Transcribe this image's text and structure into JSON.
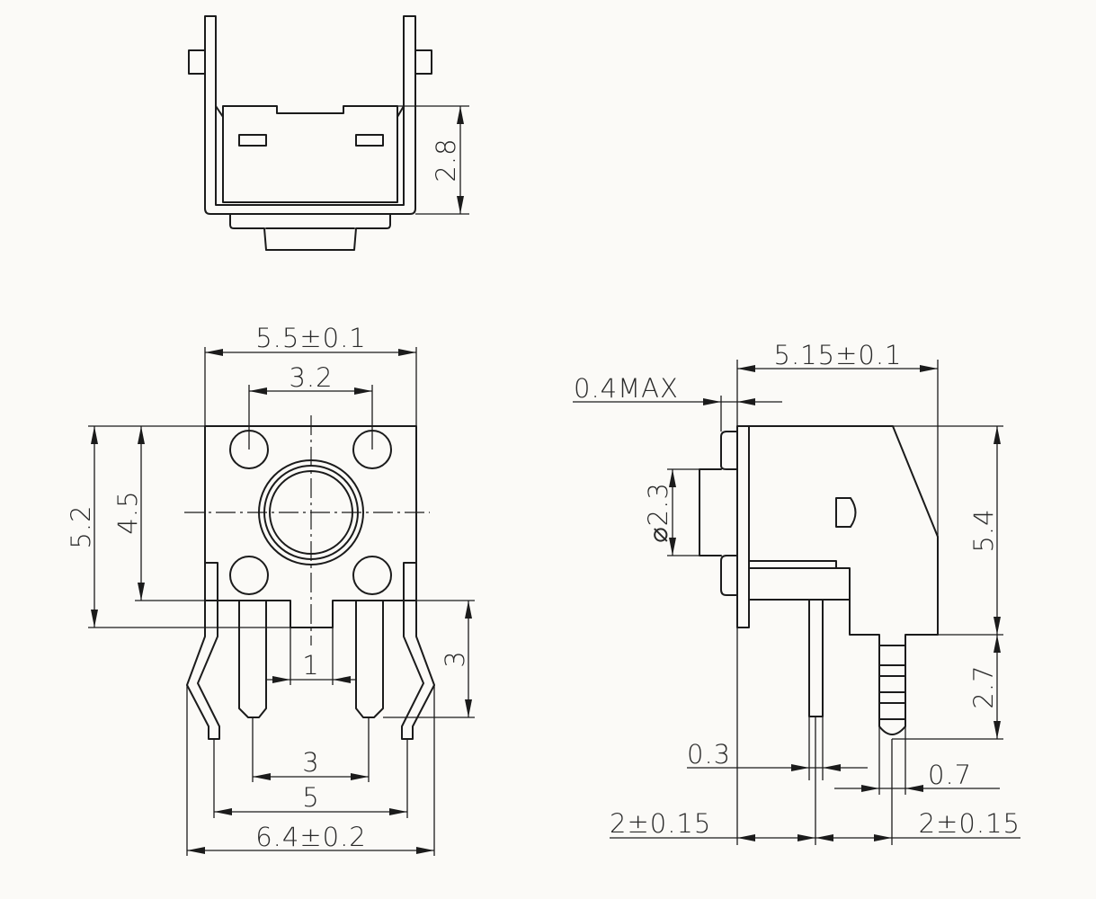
{
  "drawing": {
    "top_view": {
      "height_label": "2.8"
    },
    "front_view": {
      "width_label": "5.5±0.1",
      "hole_span_label": "3.2",
      "height_outer_label": "5.2",
      "height_inner_label": "4.5",
      "pin_length_label": "3",
      "pin_width_label": "1",
      "pin_pitch_label": "3",
      "pin_span_label": "5",
      "overall_width_label": "6.4±0.2"
    },
    "side_view": {
      "depth_label": "5.15±0.1",
      "max_label": "0.4MAX",
      "diameter_label": "⌀2.3",
      "height_label": "5.4",
      "lead_length_label": "2.7",
      "lead_thickness_label": "0.3",
      "lead_width_label": "0.7",
      "left_offset_label": "2±0.15",
      "right_offset_label": "2±0.15"
    }
  }
}
